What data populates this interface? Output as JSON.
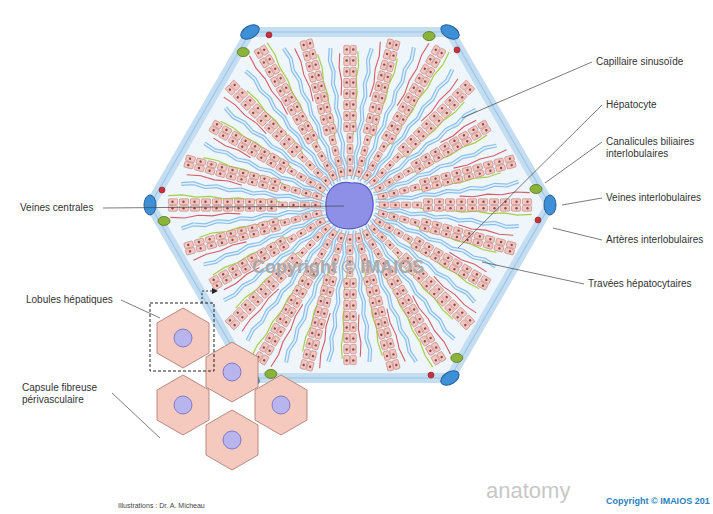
{
  "diagram": {
    "labels": [
      "Capillaire sinusoïde",
      "Hépatocyte",
      "Canalicules biliaires interlobulaires",
      "Veines interlobulaires",
      "Artères interlobulaires",
      "Travées hépatocytaires",
      "Veines centrales",
      "Lobules hépatiques",
      "Capsule fibreuse périvasculaire",
      "Illustrations : Dr. A. Micheau",
      "anatomy",
      "Copyright © IMAIOS 201",
      "Copyright © IMAIOS"
    ]
  }
}
